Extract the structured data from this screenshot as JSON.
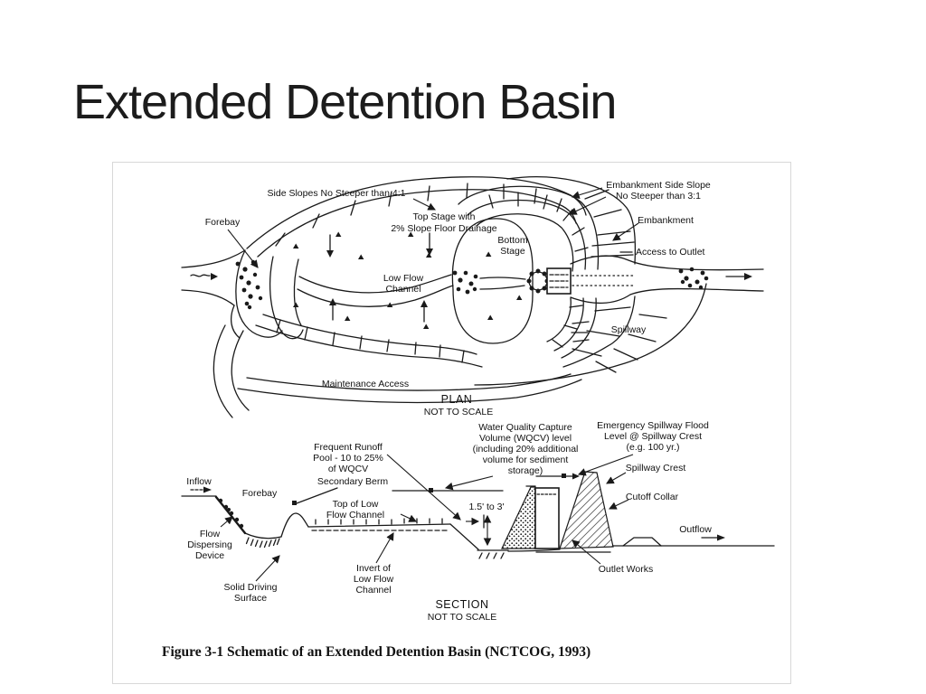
{
  "slide": {
    "title": "Extended Detention Basin"
  },
  "colors": {
    "ink": "#1a1a1a",
    "figure_border": "#d8d8d8",
    "background": "#ffffff"
  },
  "figure": {
    "caption": "Figure 3-1 Schematic of an Extended Detention Basin (NCTCOG, 1993)",
    "plan": {
      "side_slopes": "Side Slopes No Steeper than 4:1",
      "forebay": "Forebay",
      "top_stage": [
        "Top Stage with",
        "2% Slope Floor Drainage"
      ],
      "bottom_stage": [
        "Bottom",
        "Stage"
      ],
      "embankment_side_slope": [
        "Embankment Side Slope",
        "No Steeper than 3:1"
      ],
      "embankment": "Embankment",
      "access_to_outlet": "Access to Outlet",
      "low_flow_channel": [
        "Low Flow",
        "Channel"
      ],
      "spillway": "Spillway",
      "maintenance_access": "Maintenance Access",
      "view_label": "PLAN",
      "view_scale": "NOT TO SCALE"
    },
    "section": {
      "wqcv": [
        "Water Quality Capture",
        "Volume (WQCV) level",
        "(including 20% additional",
        "volume for sediment",
        "storage)"
      ],
      "emergency": [
        "Emergency Spillway Flood",
        "Level @ Spillway Crest",
        "(e.g. 100 yr.)"
      ],
      "frequent_runoff": [
        "Frequent Runoff",
        "Pool - 10 to 25%",
        "of WQCV"
      ],
      "secondary_berm": "Secondary Berm",
      "top_of_low_flow": [
        "Top of Low",
        "Flow Channel"
      ],
      "depth_range": "1.5' to 3'",
      "spillway_crest": "Spillway Crest",
      "cutoff_collar": "Cutoff Collar",
      "inflow": "Inflow",
      "forebay": "Forebay",
      "flow_dispersing": [
        "Flow",
        "Dispersing",
        "Device"
      ],
      "solid_driving": [
        "Solid Driving",
        "Surface"
      ],
      "invert": [
        "Invert of",
        "Low Flow",
        "Channel"
      ],
      "outflow": "Outflow",
      "outlet_works": "Outlet Works",
      "view_label": "SECTION",
      "view_scale": "NOT TO SCALE"
    }
  }
}
